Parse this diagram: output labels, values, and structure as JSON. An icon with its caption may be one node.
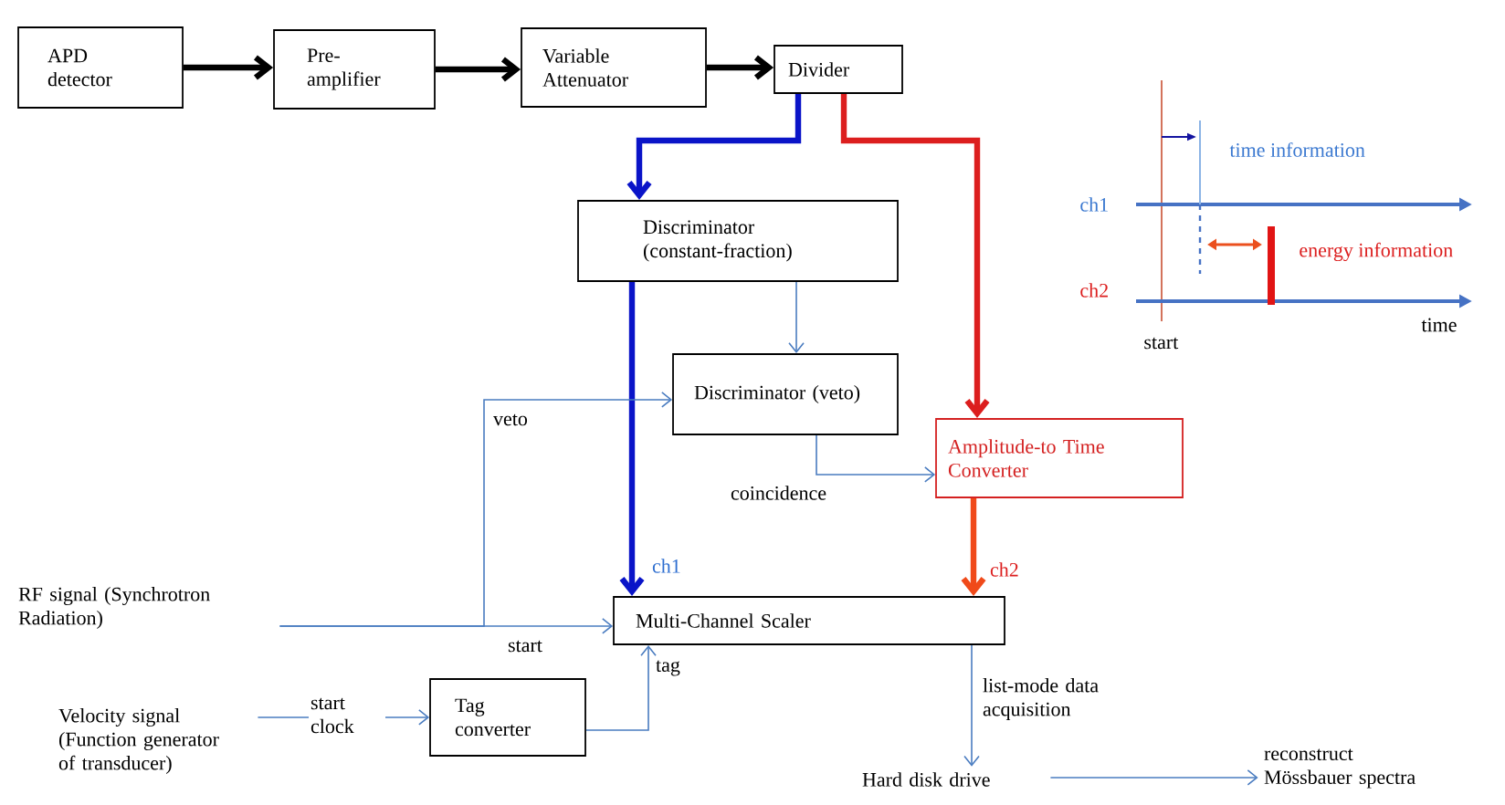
{
  "diagram": {
    "nodes": [
      {
        "text": [
          "APD detector"
        ]
      },
      {
        "text": [
          "Pre-amplifier"
        ]
      },
      {
        "text": [
          "Variable Attenuator"
        ]
      },
      {
        "text": [
          "Divider"
        ]
      },
      {
        "text": [
          "Discriminator (constant-fraction)"
        ]
      },
      {
        "text": [
          "Discriminator (veto)"
        ]
      },
      {
        "text": [
          "Amplitude-to Time Converter"
        ]
      },
      {
        "text": [
          "Multi-Channel Scaler"
        ]
      },
      {
        "text": [
          "Tag converter"
        ]
      },
      {
        "text": [
          "RF signal (Synchrotron Radiation)"
        ]
      },
      {
        "text": [
          "Velocity signal (Function generator of transducer)"
        ]
      },
      {
        "text": [
          "Hard disk drive"
        ]
      },
      {
        "text": [
          "reconstruct Mössbauer spectra"
        ]
      }
    ],
    "edges": [
      {
        "from": 0,
        "to": 1,
        "arrow": "to",
        "style": "thick",
        "color": "#000000"
      },
      {
        "from": 1,
        "to": 2,
        "arrow": "to",
        "style": "thick",
        "color": "#000000"
      },
      {
        "from": 2,
        "to": 3,
        "arrow": "to",
        "style": "thick",
        "color": "#000000"
      },
      {
        "from": 3,
        "to": 4,
        "arrow": "to",
        "style": "thick",
        "color": "#0a14c8"
      },
      {
        "from": 3,
        "to": 6,
        "arrow": "to",
        "style": "thick",
        "color": "#dc1e1e"
      },
      {
        "from": 4,
        "to": 5,
        "arrow": "to"
      },
      {
        "from": 4,
        "to": 7,
        "arrow": "to",
        "style": "thick",
        "color": "#0a14c8",
        "label": "ch1"
      },
      {
        "from": 9,
        "to": 7,
        "arrow": "to",
        "label": "start"
      },
      {
        "from": 9,
        "to": 5,
        "arrow": "to",
        "label": "veto"
      },
      {
        "from": 5,
        "to": 6,
        "arrow": "to",
        "label": "coincidence"
      },
      {
        "from": 6,
        "to": 7,
        "arrow": "to",
        "style": "thick",
        "color": "#f04a1a",
        "label": "ch2"
      },
      {
        "from": 10,
        "to": 8,
        "arrow": "to",
        "label": "start clock"
      },
      {
        "from": 8,
        "to": 7,
        "arrow": "to",
        "label": "tag"
      },
      {
        "from": 7,
        "to": 11,
        "arrow": "to",
        "label": "list-mode data acquisition"
      },
      {
        "from": 11,
        "to": 12,
        "arrow": "to"
      }
    ],
    "labels": [
      "time information",
      "ch1",
      "energy information",
      "ch2",
      "start",
      "time"
    ]
  }
}
